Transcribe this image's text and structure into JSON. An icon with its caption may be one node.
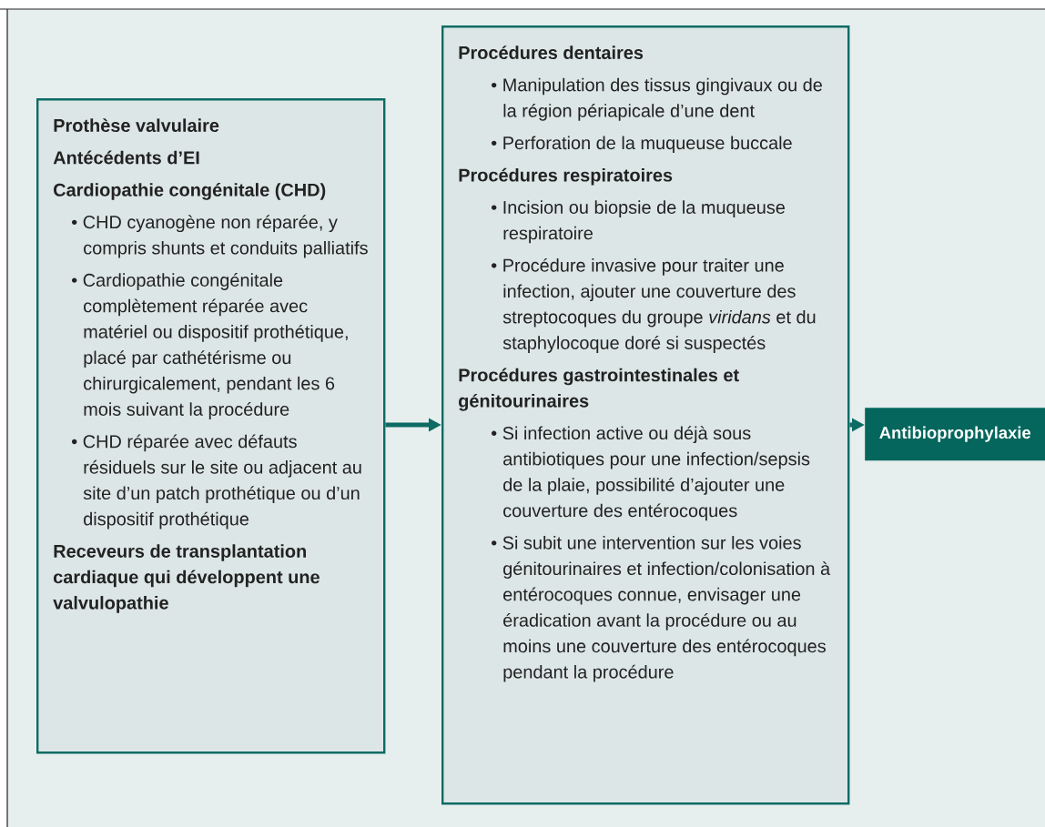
{
  "diagram": {
    "nodes": [
      {
        "text": [
          "Prothèse valvulaire",
          "Antécédents d’EI",
          "Cardiopathie congénitale (CHD)",
          "• CHD cyanogène non réparée, y compris shunts et conduits palliatifs",
          "• Cardiopathie congénitale complètement réparée avec matériel ou dispositif prothétique, placé par cathétérisme ou chirurgicalement, pendant les 6 mois suivant la procédure",
          "• CHD réparée avec défauts résiduels sur le site ou adjacent au site d’un patch prothétique ou d’un dispositif prothétique",
          "Receveurs de transplantation cardiaque qui développent une valvulopathie"
        ]
      },
      {
        "text": [
          "Procédures dentaires",
          "• Manipulation des tissus gingivaux ou de la région périapicale d’une dent",
          "• Perforation de la muqueuse buccale",
          "Procédures respiratoires",
          "• Incision ou biopsie de la muqueuse respiratoire",
          "• Procédure invasive pour traiter une infection, ajouter une couverture des streptocoques du groupe *viridans* et du staphylocoque doré si suspectés",
          "Procédures gastrointestinales et génitourinaires",
          "• Si infection active ou déjà sous antibiotiques pour une infection/sepsis de la plaie, possibilité d’ajouter une couverture des entérocoques",
          "• Si subit une intervention sur les voies génitourinaires et infection/colonisation à entérocoques connue, envisager une éradication avant la procédure ou au moins une couverture des entérocoques pendant la procédure"
        ]
      },
      {
        "text": [
          "Antibioprophylaxie"
        ]
      }
    ],
    "edges": [
      {
        "from": 0,
        "to": 1,
        "arrow": "to"
      },
      {
        "from": 1,
        "to": 2,
        "arrow": "to"
      }
    ]
  }
}
